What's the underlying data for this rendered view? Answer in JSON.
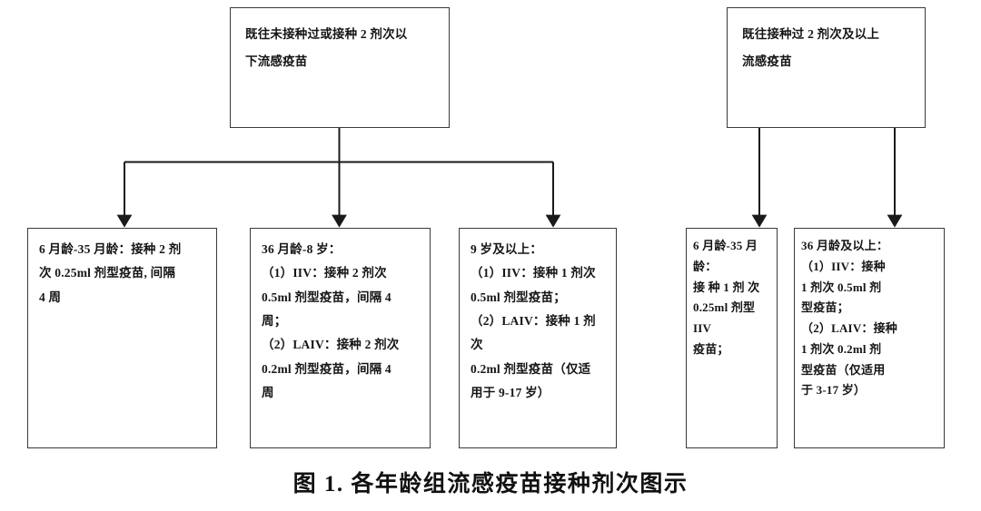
{
  "figure": {
    "caption": "图 1. 各年龄组流感疫苗接种剂次图示",
    "stroke_color": "#3a3a3a",
    "text_color": "#151515",
    "background": "#ffffff"
  },
  "branches": {
    "left": {
      "root": "既往未接种过或接种 2 剂次以\n下流感疫苗",
      "children": [
        "6 月龄-35 月龄：接种 2 剂\n次 0.25ml 剂型疫苗, 间隔\n4 周",
        "36 月龄-8 岁：\n（1）IIV：接种 2 剂次\n0.5ml 剂型疫苗，间隔 4\n周；\n（2）LAIV：接种 2 剂次\n0.2ml 剂型疫苗，间隔 4\n周",
        "9 岁及以上：\n（1）IIV：接种 1 剂次\n0.5ml 剂型疫苗；\n（2）LAIV：接种 1 剂次\n0.2ml 剂型疫苗（仅适\n用于 9-17 岁）"
      ]
    },
    "right": {
      "root": "既往接种过 2 剂次及以上\n流感疫苗",
      "children": [
        "6 月龄-35 月龄：\n接 种 1 剂 次\n0.25ml 剂型 IIV\n疫苗；",
        "36 月龄及以上：\n（1）IIV：接种\n1 剂次 0.5ml 剂\n型疫苗；\n（2）LAIV：接种\n1 剂次 0.2ml 剂\n型疫苗（仅适用\n于 3-17 岁）"
      ]
    }
  }
}
